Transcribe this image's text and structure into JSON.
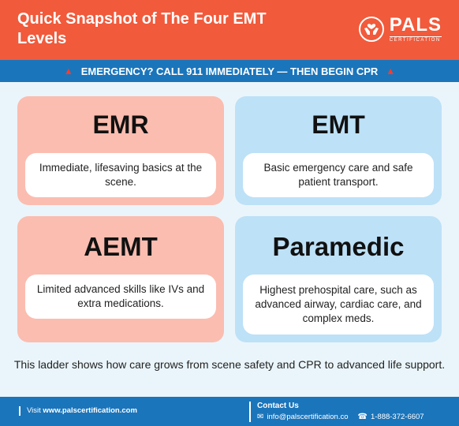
{
  "header": {
    "title": "Quick Snapshot of The Four EMT Levels",
    "logo_name": "PALS",
    "logo_sub": "CERTIFICATION"
  },
  "alert": {
    "text": "EMERGENCY? CALL 911 IMMEDIATELY — THEN BEGIN CPR"
  },
  "levels": [
    {
      "title": "EMR",
      "description": "Immediate, lifesaving basics at the scene."
    },
    {
      "title": "EMT",
      "description": "Basic emergency care and safe patient transport."
    },
    {
      "title": "AEMT",
      "description": "Limited advanced skills like IVs and extra medications."
    },
    {
      "title": "Paramedic",
      "description": "Highest prehospital care, such as advanced airway, cardiac care, and complex meds."
    }
  ],
  "note": "This ladder shows how care grows from scene safety and CPR to advanced life support.",
  "footer": {
    "visit_prefix": "Visit",
    "visit_url": "www.palscertification.com",
    "contact_title": "Contact Us",
    "email": "info@palscertification.co",
    "phone": "1-888-372-6607"
  },
  "colors": {
    "header": "#f15a3b",
    "bar": "#1b75bb",
    "card_red": "#fbbdb0",
    "card_blue": "#bde1f7",
    "background": "#eaf5fb"
  }
}
